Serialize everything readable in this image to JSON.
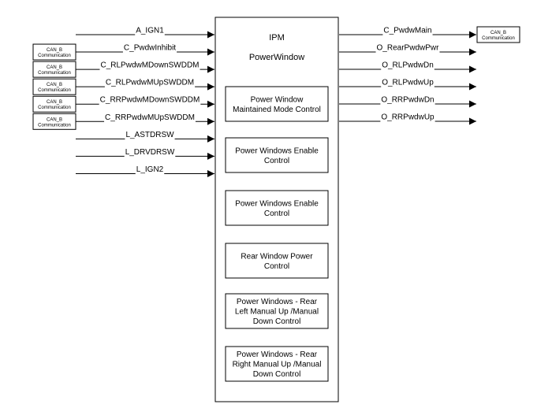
{
  "ipm": {
    "title": "IPM",
    "subtitle": "PowerWindow"
  },
  "can_box": {
    "line1": "CAN_B",
    "line2": "Communication"
  },
  "inputs": [
    {
      "label": "A_IGN1",
      "can": false
    },
    {
      "label": "C_PwdwInhibit",
      "can": true
    },
    {
      "label": "C_RLPwdwMDownSWDDM",
      "can": true
    },
    {
      "label": "C_RLPwdwMUpSWDDM",
      "can": true
    },
    {
      "label": "C_RRPwdwMDownSWDDM",
      "can": true
    },
    {
      "label": "C_RRPwdwMUpSWDDM",
      "can": true
    },
    {
      "label": "L_ASTDRSW",
      "can": false
    },
    {
      "label": "L_DRVDRSW",
      "can": false
    },
    {
      "label": "L_IGN2",
      "can": false
    }
  ],
  "outputs": [
    {
      "label": "C_PwdwMain",
      "can": true
    },
    {
      "label": "O_RearPwdwPwr",
      "can": false
    },
    {
      "label": "O_RLPwdwDn",
      "can": false
    },
    {
      "label": "O_RLPwdwUp",
      "can": false
    },
    {
      "label": "O_RRPwdwDn",
      "can": false
    },
    {
      "label": "O_RRPwdwUp",
      "can": false
    }
  ],
  "blocks": [
    {
      "lines": [
        "Power Window",
        "Maintained Mode Control"
      ]
    },
    {
      "lines": [
        "Power Windows Enable",
        "Control"
      ]
    },
    {
      "lines": [
        "Power Windows Enable",
        "Control"
      ]
    },
    {
      "lines": [
        "Rear Window Power",
        "Control"
      ]
    },
    {
      "lines": [
        "Power Windows  - Rear",
        "Left Manual Up /Manual",
        "Down Control"
      ]
    },
    {
      "lines": [
        "Power Windows  - Rear",
        "Right Manual Up  /Manual",
        "Down Control"
      ]
    }
  ],
  "colors": {
    "line": "#000000",
    "background": "#ffffff"
  }
}
